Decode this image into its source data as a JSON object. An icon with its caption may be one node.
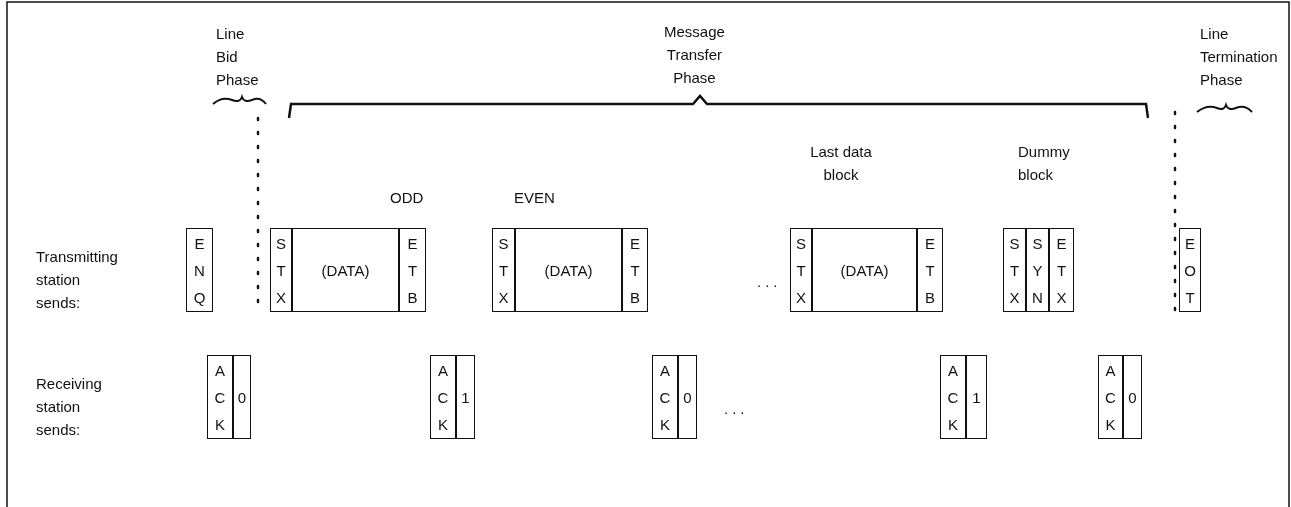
{
  "diagram": {
    "nodes": [
      {
        "text": [
          "E N Q"
        ]
      },
      {
        "text": [
          "S T X"
        ]
      },
      {
        "text": [
          "(DATA)"
        ]
      },
      {
        "text": [
          "E T B"
        ]
      },
      {
        "text": [
          "S T X"
        ]
      },
      {
        "text": [
          "(DATA)"
        ]
      },
      {
        "text": [
          "E T B"
        ]
      },
      {
        "text": [
          "S T X"
        ]
      },
      {
        "text": [
          "(DATA)"
        ]
      },
      {
        "text": [
          "E T B"
        ]
      },
      {
        "text": [
          "S T X"
        ]
      },
      {
        "text": [
          "S Y N"
        ]
      },
      {
        "text": [
          "E T X"
        ]
      },
      {
        "text": [
          "E O T"
        ]
      },
      {
        "text": [
          "A C K"
        ]
      },
      {
        "text": [
          "0"
        ]
      },
      {
        "text": [
          "A C K"
        ]
      },
      {
        "text": [
          "1"
        ]
      },
      {
        "text": [
          "A C K"
        ]
      },
      {
        "text": [
          "0"
        ]
      },
      {
        "text": [
          "A C K"
        ]
      },
      {
        "text": [
          "1"
        ]
      },
      {
        "text": [
          "A C K"
        ]
      },
      {
        "text": [
          "0"
        ]
      }
    ],
    "labels": [
      "Line Bid Phase",
      "Message Transfer Phase",
      "Line Termination Phase",
      "Last data block",
      "Dummy block",
      "ODD",
      "EVEN",
      "Transmitting station sends:",
      "...",
      "Receiving station sends:",
      "..."
    ]
  }
}
